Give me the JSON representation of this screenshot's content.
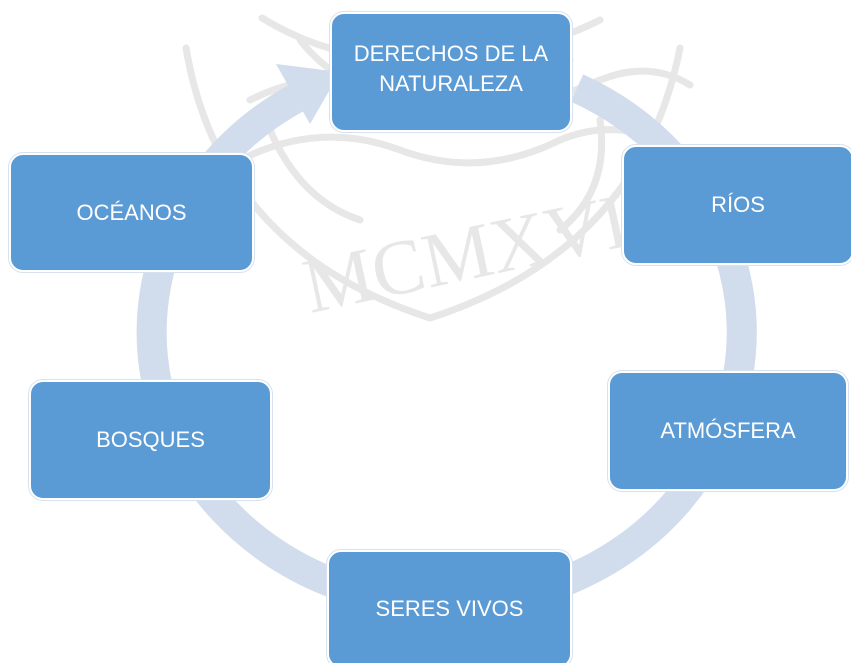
{
  "diagram": {
    "type": "cycle",
    "colors": {
      "node_fill": "#5b9bd5",
      "node_text": "#ffffff",
      "ring": "#d1dcec",
      "watermark": "#e7e7e7"
    },
    "watermark": {
      "text": "MCMXVII"
    },
    "nodes": [
      {
        "id": "derechos",
        "label": "DERECHOS DE LA NATURALEZA"
      },
      {
        "id": "rios",
        "label": "RÍOS"
      },
      {
        "id": "atmosfera",
        "label": "ATMÓSFERA"
      },
      {
        "id": "seres",
        "label": "SERES VIVOS"
      },
      {
        "id": "bosques",
        "label": "BOSQUES"
      },
      {
        "id": "oceanos",
        "label": "OCÉANOS"
      }
    ]
  }
}
